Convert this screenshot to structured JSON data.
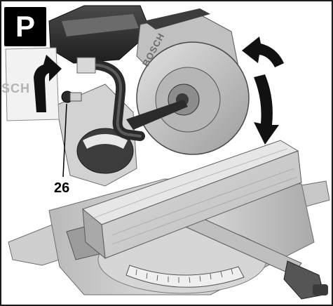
{
  "step_label": "P",
  "callout_number": "26",
  "brand_text_visible": "SCH",
  "brand_text_on_guard": "BOSCH",
  "icons": [
    "rotate-up-arrow-icon",
    "rotate-curved-arrow-icon",
    "rotate-down-arrow-icon"
  ],
  "colors": {
    "badge": "#000000",
    "frame": "#1a1a1a",
    "tool_dark": "#2d2d2d",
    "tool_light": "#c9c9c9"
  }
}
